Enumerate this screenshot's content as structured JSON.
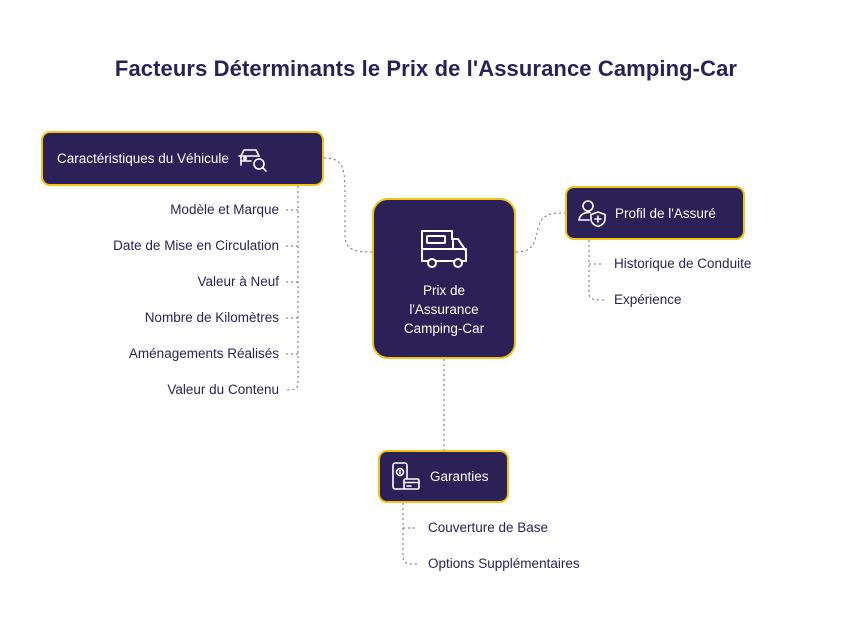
{
  "title": "Facteurs Déterminants le Prix de l'Assurance Camping-Car",
  "center": {
    "label": "Prix de\nl'Assurance\nCamping-Car",
    "icon": "camper-van-icon"
  },
  "branches": {
    "vehicule": {
      "label": "Caractéristiques du Véhicule",
      "icon": "car-search-icon",
      "items": [
        "Modèle et Marque",
        "Date de Mise en Circulation",
        "Valeur à Neuf",
        "Nombre de Kilomètres",
        "Aménagements Réalisés",
        "Valeur du Contenu"
      ]
    },
    "assure": {
      "label": "Profil de l'Assuré",
      "icon": "user-shield-icon",
      "items": [
        "Historique de Conduite",
        "Expérience"
      ]
    },
    "garanties": {
      "label": "Garanties",
      "icon": "phone-card-icon",
      "items": [
        "Couverture de Base",
        "Options Supplémentaires"
      ]
    }
  },
  "colors": {
    "node_fill": "#2b2157",
    "node_border": "#f0c419",
    "text": "#2b2157",
    "connector": "#6b6b7b"
  }
}
